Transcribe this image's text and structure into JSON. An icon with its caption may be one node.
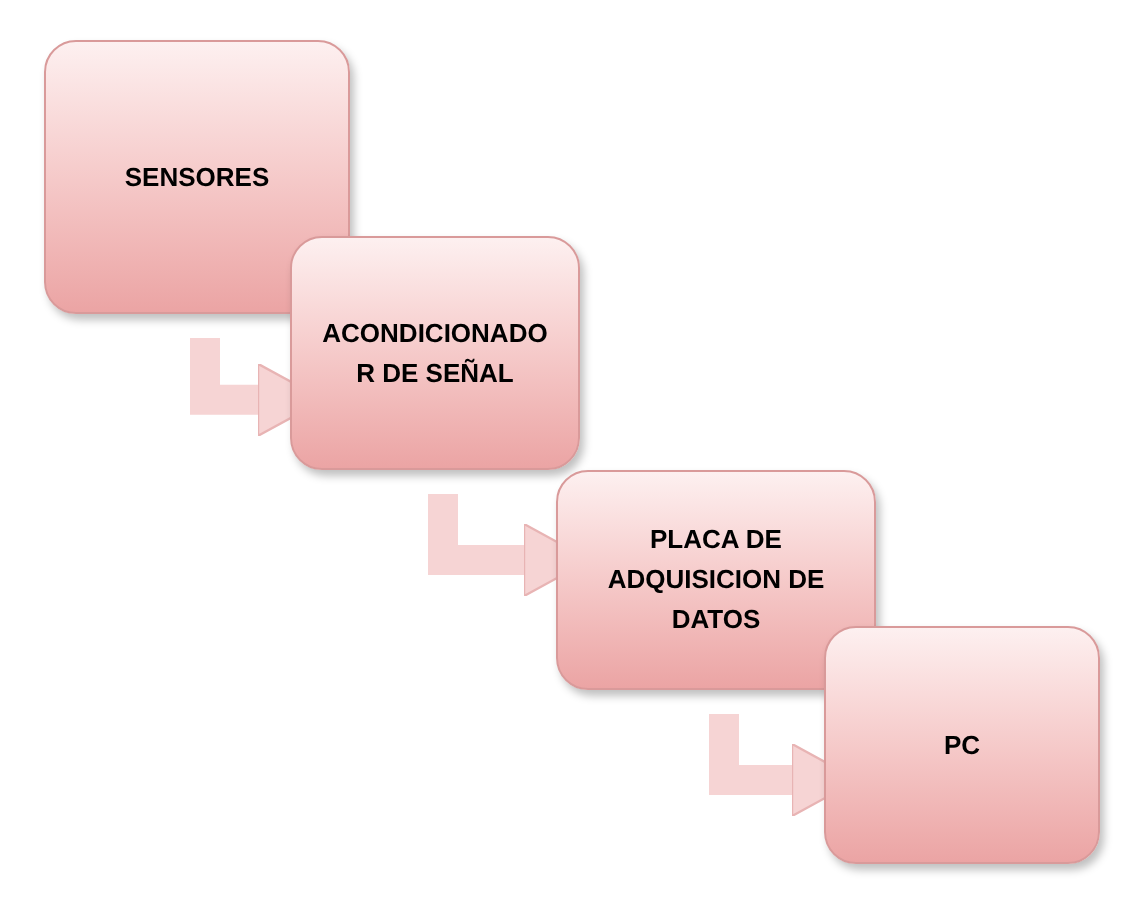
{
  "diagram": {
    "nodes": [
      {
        "text": [
          "SENSORES"
        ]
      },
      {
        "text": [
          "ACONDICIONADOR DE SEÑAL"
        ]
      },
      {
        "text": [
          "PLACA DE ADQUISICION DE DATOS"
        ]
      },
      {
        "text": [
          "PC"
        ]
      }
    ],
    "edges": [
      {
        "from": 0,
        "to": 1,
        "arrow": "to"
      },
      {
        "from": 1,
        "to": 2,
        "arrow": "to"
      },
      {
        "from": 2,
        "to": 3,
        "arrow": "to"
      }
    ]
  }
}
